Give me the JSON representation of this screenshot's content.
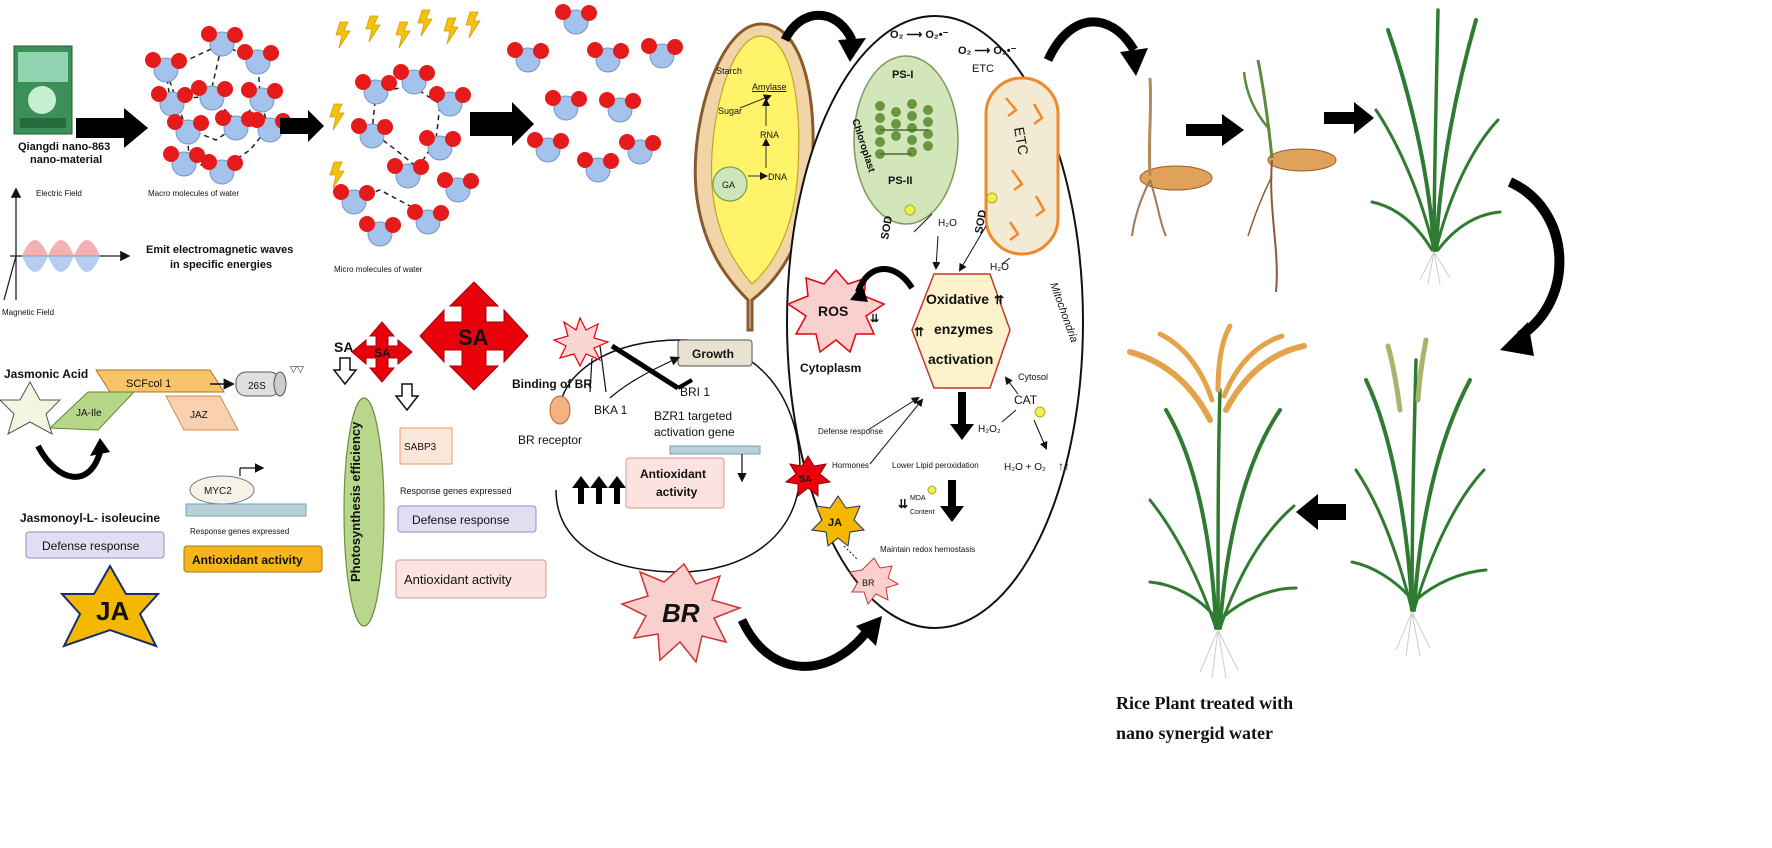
{
  "left": {
    "product": "Qiangdi nano-863",
    "product_sub": "nano-material",
    "electric_field": "Electric Field",
    "magnetic_field": "Magnetic Field",
    "macro_water": "Macro molecules of water",
    "emit_line1": "Emit electromagnetic waves",
    "emit_line2": "in specific energies",
    "micro_water": "Micro molecules of water"
  },
  "seed": {
    "starch": "Starch",
    "amylase": "Amylase",
    "sugar": "Sugar",
    "rna": "RNA",
    "ga": "GA",
    "dna": "DNA"
  },
  "ja": {
    "jasmonic_acid": "Jasmonic Acid",
    "scfcol": "SCFcol 1",
    "p26s": "26S",
    "ja_ile": "JA-Ile",
    "jaz": "JAZ",
    "myc2": "MYC2",
    "response_genes": "Response genes expressed",
    "jasmonoyl": "Jasmonoyl-L- isoleucine",
    "defense": "Defense response",
    "antioxidant": "Antioxidant activity",
    "ja_star": "JA"
  },
  "sa": {
    "sa_small": "SA",
    "sa_big": "SA",
    "sa_label": "SA",
    "photosynthesis": "Photosynthesis efficiency",
    "sabp3": "SABP3",
    "response_genes": "Response genes expressed",
    "defense": "Defense response",
    "antioxidant": "Antioxidant activity"
  },
  "br": {
    "growth": "Growth",
    "binding": "Binding of BR",
    "bri1": "BRI 1",
    "bka1": "BKA 1",
    "bzr1_line1": "BZR1 targeted",
    "bzr1_line2": "activation gene",
    "receptor": "BR receptor",
    "antioxidant_line1": "Antioxidant",
    "antioxidant_line2": "activity",
    "br_star": "BR"
  },
  "cell": {
    "o2_left": "O₂ ⟶ O₂•⁻",
    "o2_right": "O₂ ⟶ O₂•⁻",
    "etc": "ETC",
    "etc_inner": "ETC",
    "ps1": "PS-I",
    "ps2": "PS-II",
    "chloroplast": "Chloroplast",
    "sod_left": "SOD",
    "sod_right": "SOD",
    "h2o_a": "H₂O",
    "h2o_b": "H₂O",
    "mitochondria": "Mitochondria",
    "ros": "ROS",
    "oxidative_line1": "Oxidative",
    "oxidative_line2": "enzymes",
    "oxidative_line3": "activation",
    "cytoplasm": "Cytoplasm",
    "cytosol": "Cytosol",
    "cat": "CAT",
    "h2o2": "H₂O₂",
    "h2o_o2": "H₂O + O₂",
    "defense": "Defense response",
    "hormones": "Hormones",
    "lipid": "Lower Lipid peroxidation",
    "mda": "MDA",
    "content": "Content",
    "redox": "Maintain redox hemostasis",
    "sa": "SA",
    "ja": "JA",
    "br": "BR"
  },
  "caption": {
    "line1": "Rice Plant treated with",
    "line2": "nano synergid water"
  },
  "colors": {
    "arrow": "#000000",
    "red": "#e8000b",
    "pink_star": "#f6c7c3",
    "gold": "#f5b800",
    "green_oval": "#b8d68c",
    "chloroplast": "#d3e6bb",
    "mito": "#f3ead4",
    "mito_border": "#ef8a2c",
    "hex": "#fdf2cc",
    "lavender": "#e0d9f2",
    "salmon": "#fbe3e0",
    "rice_grain": "#e0a15a",
    "leaf": "#2f7b32",
    "panicle_gold": "#e4a24a",
    "panicle_green": "#a8b36b"
  }
}
